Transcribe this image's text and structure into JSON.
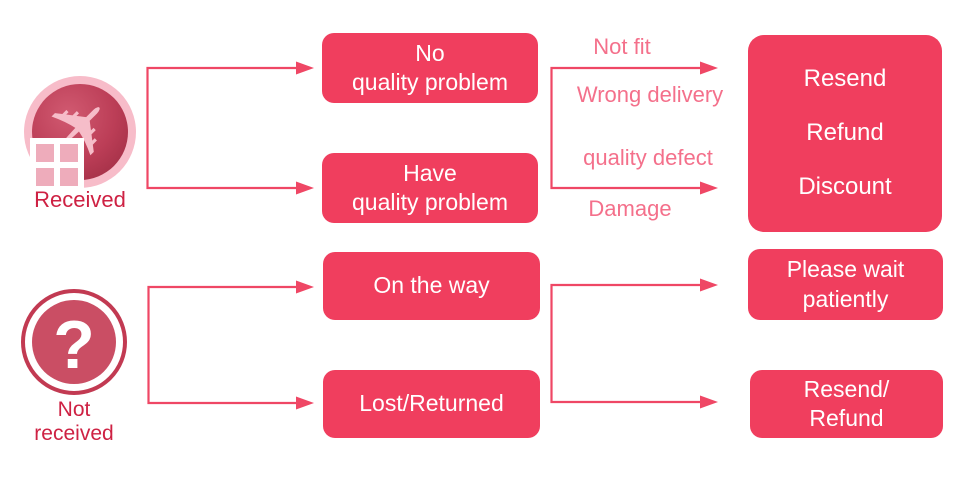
{
  "palette": {
    "box_fill": "#f03e5e",
    "arrow": "#ef4765",
    "reason_text": "#f4708b",
    "source_label_text": "#ce2143",
    "box_text": "#ffffff"
  },
  "sources": [
    {
      "label": "Received",
      "icon": "airplane-package-icon"
    },
    {
      "label": "Not\nreceived",
      "icon": "question-mark-icon"
    }
  ],
  "conditions": [
    "No\nquality problem",
    "Have\nquality problem",
    "On the way",
    "Lost/Returned"
  ],
  "reasons": [
    "Not fit",
    "Wrong delivery",
    "quality defect",
    "Damage"
  ],
  "outcomes": {
    "quality": [
      "Resend",
      "Refund",
      "Discount"
    ],
    "waiting": "Please wait\npatiently",
    "lost": "Resend/\nRefund"
  }
}
